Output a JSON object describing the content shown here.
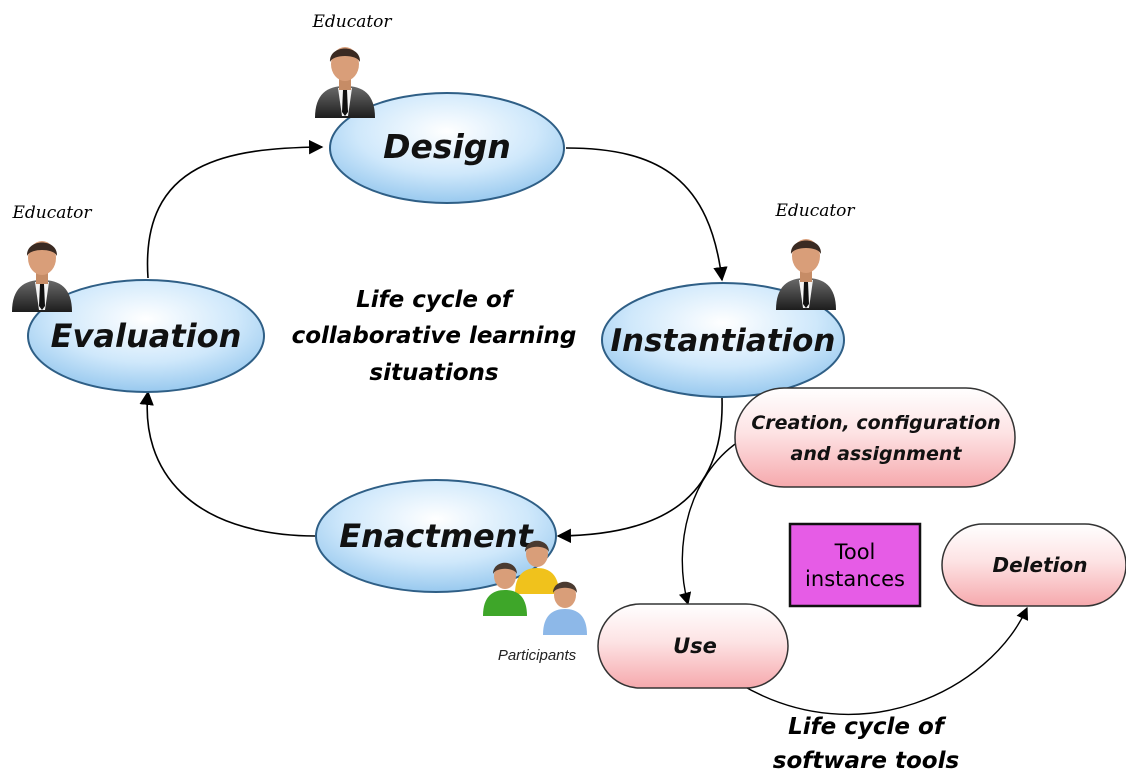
{
  "learning_cycle": {
    "title_lines": [
      "Life cycle of",
      "collaborative learning",
      "situations"
    ],
    "stages": {
      "design": "Design",
      "instantiation": "Instantiation",
      "enactment": "Enactment",
      "evaluation": "Evaluation"
    },
    "roles": {
      "design": "Educator",
      "instantiation": "Educator",
      "evaluation": "Educator",
      "enactment": "Participants"
    }
  },
  "tool_cycle": {
    "title_lines": [
      "Life cycle of",
      "software tools"
    ],
    "stages": {
      "creation_lines": [
        "Creation, configuration",
        "and assignment"
      ],
      "use": "Use",
      "deletion": "Deletion"
    },
    "legend_lines": [
      "Tool",
      "instances"
    ]
  },
  "colors": {
    "ellipse_fill": "#bfe0fa",
    "ellipse_stroke": "#2f5f86",
    "pill_fill": "#fbd3d5",
    "pill_stroke": "#333333",
    "tool_box_fill": "#e65ce6",
    "tool_box_stroke": "#111111"
  }
}
